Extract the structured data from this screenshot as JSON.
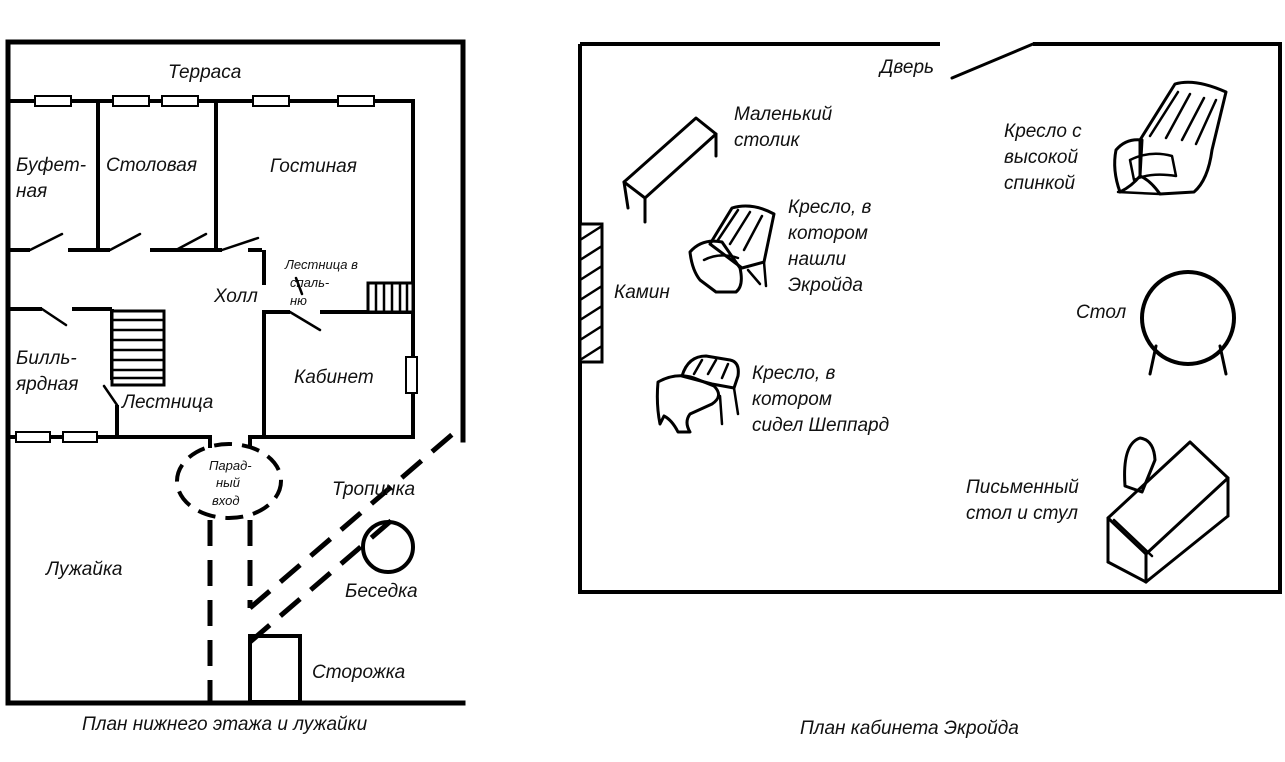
{
  "ground_plan": {
    "caption": "План нижнего этажа и лужайки",
    "labels": {
      "terrace": "Терраса",
      "buffet_1": "Буфет-",
      "buffet_2": "ная",
      "dining": "Столовая",
      "living": "Гостиная",
      "hall": "Холл",
      "stairs_to_bedrooms_1": "Лестница в",
      "stairs_to_bedrooms_2": "спаль-",
      "stairs_to_bedrooms_3": "ню",
      "billiard_1": "Билль-",
      "billiard_2": "ярдная",
      "staircase": "Лестница",
      "study": "Кабинет",
      "entrance_1": "Парад-",
      "entrance_2": "ный",
      "entrance_3": "вход",
      "path": "Тропинка",
      "lawn": "Лужайка",
      "gazebo": "Беседка",
      "lodge": "Сторожка"
    }
  },
  "study_plan": {
    "caption": "План кабинета Экройда",
    "labels": {
      "door": "Дверь",
      "small_table_1": "Маленький",
      "small_table_2": "столик",
      "high_chair_1": "Кресло с",
      "high_chair_2": "высокой",
      "high_chair_3": "спинкой",
      "chair_found_1": "Кресло, в",
      "chair_found_2": "котором",
      "chair_found_3": "нашли",
      "chair_found_4": "Экройда",
      "fireplace": "Камин",
      "table": "Стол",
      "chair_sheppard_1": "Кресло, в",
      "chair_sheppard_2": "котором",
      "chair_sheppard_3": "сидел Шеппард",
      "desk_1": "Письменный",
      "desk_2": "стол и стул"
    }
  }
}
